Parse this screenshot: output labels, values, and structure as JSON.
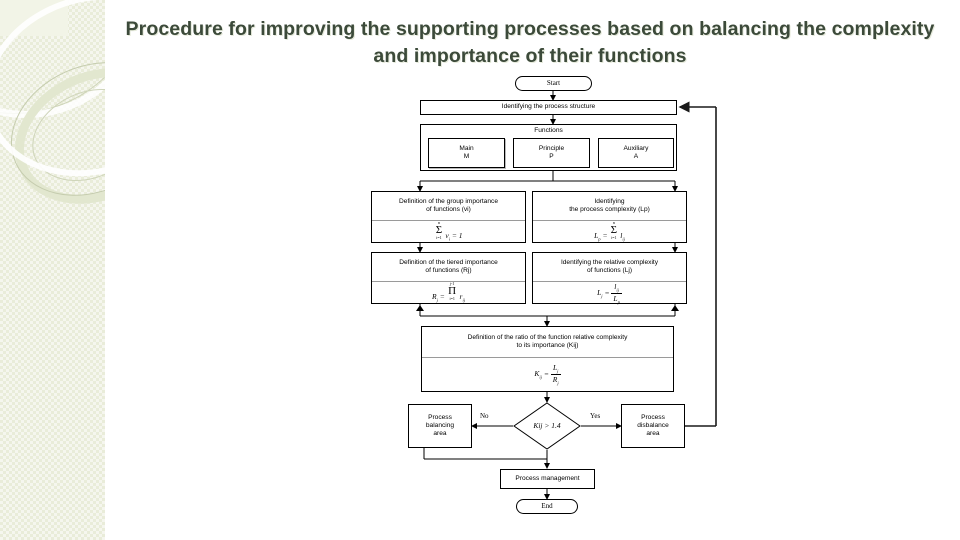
{
  "slide": {
    "title": "Procedure for improving the supporting processes based on balancing the complexity and importance of their functions",
    "title_color": "#3c4a3a",
    "background": "#ffffff",
    "sidebar_color": "#e9ecd9"
  },
  "flowchart": {
    "start": "Start",
    "end": "End",
    "step_structure": "Identifying the process structure",
    "functions": {
      "header": "Functions",
      "items": [
        {
          "name": "Main",
          "code": "M"
        },
        {
          "name": "Principle",
          "code": "P"
        },
        {
          "name": "Auxiliary",
          "code": "A"
        }
      ]
    },
    "step_group_importance": {
      "caption_line1": "Definition of the group importance",
      "caption_line2": "of functions (vi)",
      "formula": "Σ vi = 1"
    },
    "step_process_complexity": {
      "caption_line1": "Identifying",
      "caption_line2": "the process complexity (Lp)",
      "formula": "Lp = Σ lij"
    },
    "step_tiered_importance": {
      "caption_line1": "Definition of the tiered importance",
      "caption_line2": "of functions (Rj)",
      "formula": "Rj = Π rij"
    },
    "step_relative_complexity": {
      "caption_line1": "Identifying the relative complexity",
      "caption_line2": "of functions (Lj)",
      "formula": "Lj = lij / Lp"
    },
    "step_ratio": {
      "caption_line1": "Definition of the ratio of the function relative complexity",
      "caption_line2": "to its importance (Kij)",
      "formula": "Kij = Lj / Rj"
    },
    "decision": {
      "condition": "Kij > 1.4",
      "label_no": "No",
      "label_yes": "Yes"
    },
    "branch_no": {
      "line1": "Process",
      "line2": "balancing",
      "line3": "area"
    },
    "branch_yes": {
      "line1": "Process",
      "line2": "disbalance",
      "line3": "area"
    },
    "step_management": "Process management",
    "math_symbols": {
      "sum": "Σ",
      "product": "Π",
      "sum_lower": "i=1",
      "sum_upper": "n",
      "prod_lower": "i=1",
      "prod_upper": "j-1"
    }
  }
}
